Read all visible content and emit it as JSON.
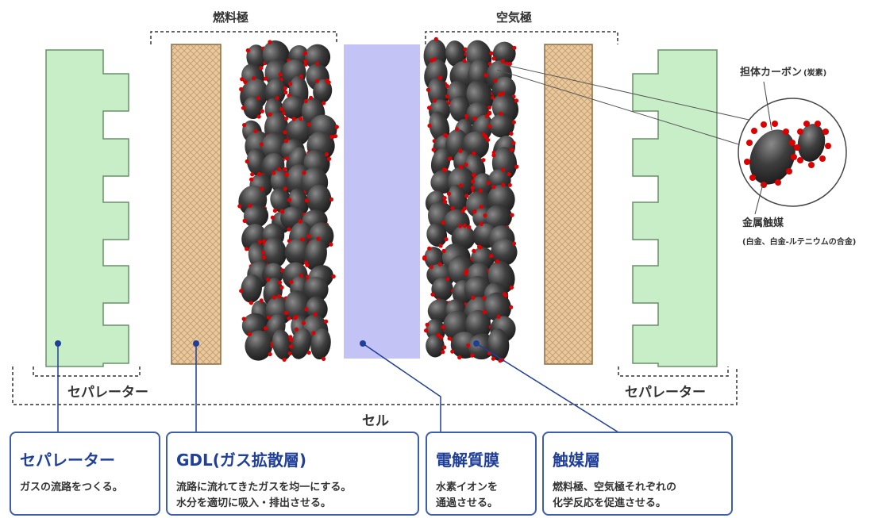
{
  "labels": {
    "anode": "燃料極",
    "cathode": "空気極",
    "separator_left": "セパレーター",
    "separator_right": "セパレーター",
    "cell": "セル",
    "carbon_main": "担体カーボン",
    "carbon_note": "(炭素)",
    "catalyst_main": "金属触媒",
    "catalyst_note": "(白金、白金-ルテニウムの合金)"
  },
  "boxes": [
    {
      "title": "セパレーター",
      "lines": [
        "ガスの流路をつくる。"
      ]
    },
    {
      "title": "GDL(ガス拡散層)",
      "lines": [
        "流路に流れてきたガスを均一にする。",
        "水分を適切に吸入・排出させる。"
      ]
    },
    {
      "title": "電解質膜",
      "lines": [
        "水素イオンを",
        "通過させる。"
      ]
    },
    {
      "title": "触媒層",
      "lines": [
        "燃料極、空気極それぞれの",
        "化学反応を促進させる。"
      ]
    }
  ],
  "colors": {
    "separator": "#c8eec8",
    "gdl": "#e8c9a0",
    "membrane": "#c3c3f6",
    "particle": "#3a3a3a",
    "catalyst": "#dd0000",
    "accent": "#1f3f99",
    "callout_border": "#3d5ea8"
  }
}
